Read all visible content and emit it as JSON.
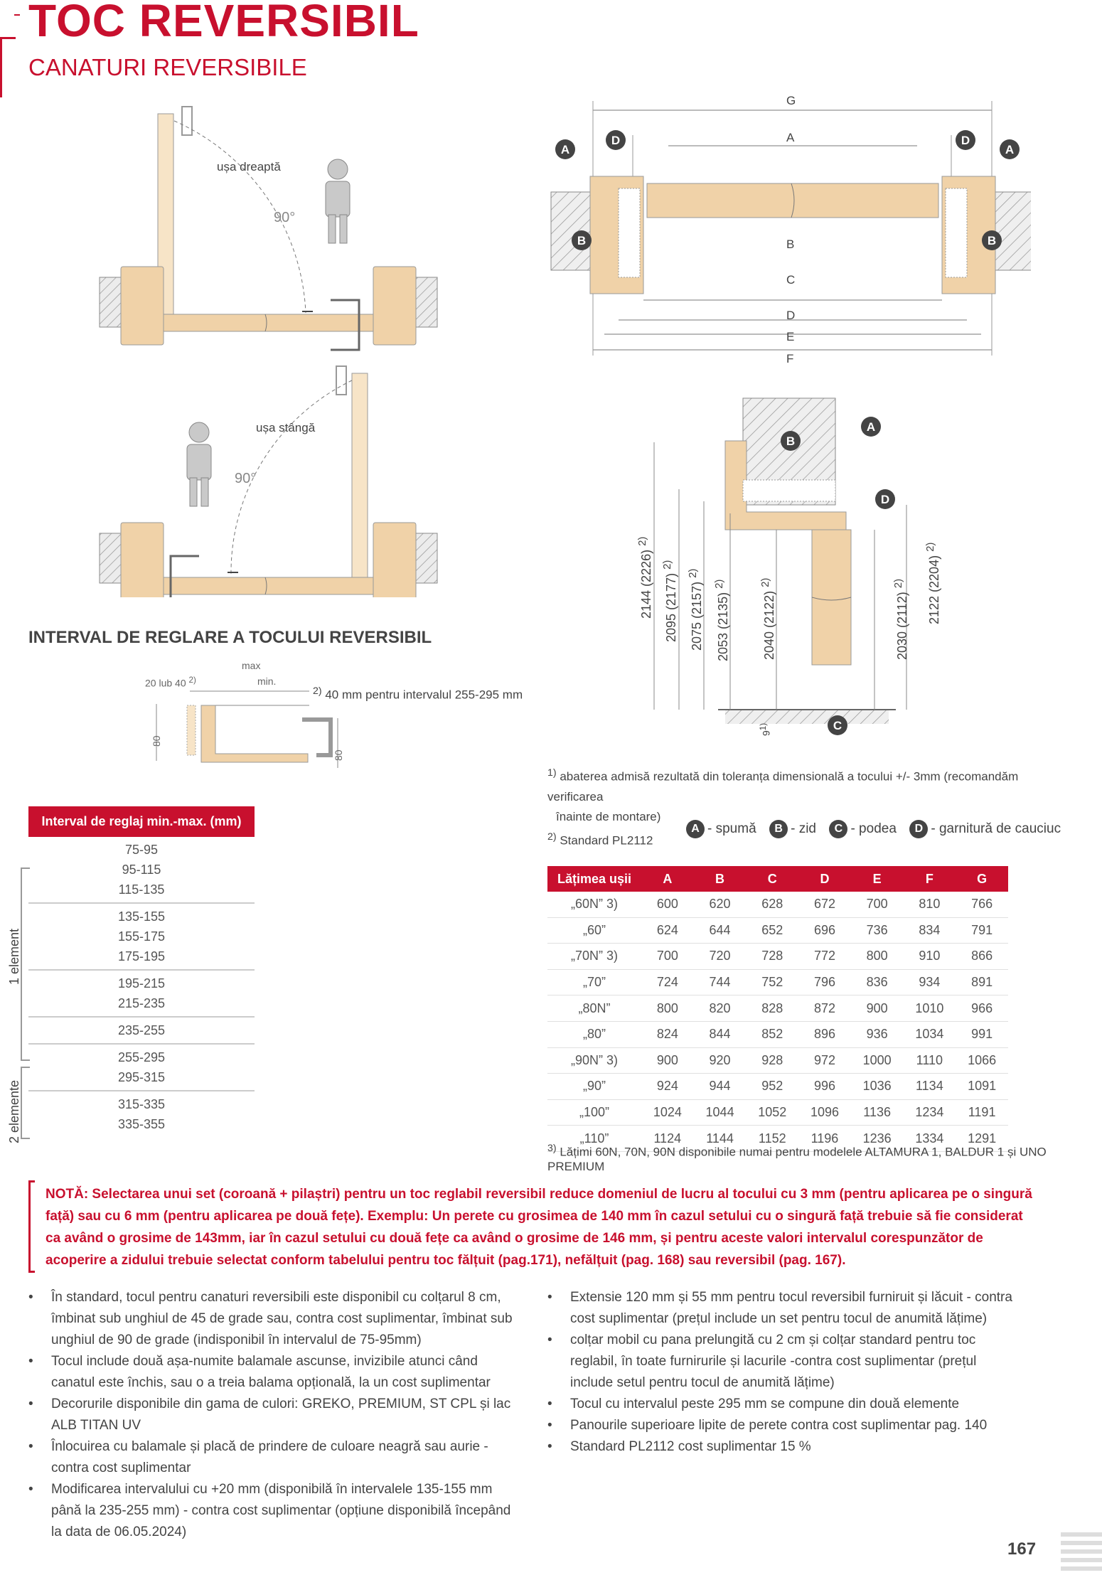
{
  "header": {
    "title": "TOC REVERSIBIL",
    "subtitle": "CANATURI REVERSIBILE"
  },
  "diagram_top": {
    "door_right_label": "ușa dreaptă",
    "door_left_label": "ușa stângă",
    "angle_label": "90°",
    "dim_letters": [
      "G",
      "A",
      "D",
      "D",
      "A",
      "A",
      "B",
      "B",
      "C",
      "B",
      "D",
      "E",
      "F"
    ]
  },
  "section_interval": {
    "title": "INTERVAL DE REGLARE A TOCULUI REVERSIBIL",
    "max_label": "max",
    "min_label": "min.",
    "offset_label": "20 lub 40",
    "offset_sup": "2)",
    "dim_80": "80",
    "footnote_40mm": "40 mm pentru intervalul 255-295 mm",
    "footnote_40mm_sup": "2)"
  },
  "height_dims": [
    {
      "label": "2144 (2226)",
      "sup": "2)"
    },
    {
      "label": "2095 (2177)",
      "sup": "2)"
    },
    {
      "label": "2075 (2157)",
      "sup": "2)"
    },
    {
      "label": "2053 (2135)",
      "sup": "2)"
    },
    {
      "label": "2040 (2122)",
      "sup": "2)"
    },
    {
      "label": "2030 (2112)",
      "sup": "2)"
    },
    {
      "label": "2122 (2204)",
      "sup": "2)"
    },
    {
      "label": "9",
      "sup": "1)"
    }
  ],
  "footnotes": {
    "f1": "abaterea admisă rezultată din toleranța dimensională a tocului +/- 3mm (recomandăm verificarea",
    "f1b": "înainte de montare)",
    "f1_sup": "1)",
    "f2": "Standard PL2112",
    "f2_sup": "2)",
    "f3": "Lățimi 60N, 70N, 90N disponibile numai pentru modelele ALTAMURA 1, BALDUR 1 și UNO PREMIUM",
    "f3_sup": "3)"
  },
  "legend": [
    {
      "letter": "A",
      "label": "- spumă"
    },
    {
      "letter": "B",
      "label": "- zid"
    },
    {
      "letter": "C",
      "label": "- podea"
    },
    {
      "letter": "D",
      "label": "- garnitură de cauciuc"
    }
  ],
  "interval_table": {
    "header": "Interval de reglaj min.-max. (mm)",
    "groups": [
      [
        "75-95",
        "95-115",
        "115-135"
      ],
      [
        "135-155",
        "155-175",
        "175-195"
      ],
      [
        "195-215",
        "215-235"
      ],
      [
        "235-255"
      ],
      [
        "255-295",
        "295-315"
      ],
      [
        "315-335",
        "335-355"
      ]
    ],
    "side_label_1": "1 element",
    "side_label_2": "2 elemente"
  },
  "dim_table": {
    "headers": [
      "Lățimea ușii",
      "A",
      "B",
      "C",
      "D",
      "E",
      "F",
      "G"
    ],
    "rows": [
      [
        "„60N” 3)",
        "600",
        "620",
        "628",
        "672",
        "700",
        "810",
        "766"
      ],
      [
        "„60”",
        "624",
        "644",
        "652",
        "696",
        "736",
        "834",
        "791"
      ],
      [
        "„70N” 3)",
        "700",
        "720",
        "728",
        "772",
        "800",
        "910",
        "866"
      ],
      [
        "„70”",
        "724",
        "744",
        "752",
        "796",
        "836",
        "934",
        "891"
      ],
      [
        "„80N”",
        "800",
        "820",
        "828",
        "872",
        "900",
        "1010",
        "966"
      ],
      [
        "„80”",
        "824",
        "844",
        "852",
        "896",
        "936",
        "1034",
        "991"
      ],
      [
        "„90N” 3)",
        "900",
        "920",
        "928",
        "972",
        "1000",
        "1110",
        "1066"
      ],
      [
        "„90”",
        "924",
        "944",
        "952",
        "996",
        "1036",
        "1134",
        "1091"
      ],
      [
        "„100”",
        "1024",
        "1044",
        "1052",
        "1096",
        "1136",
        "1234",
        "1191"
      ],
      [
        "„110”",
        "1124",
        "1144",
        "1152",
        "1196",
        "1236",
        "1334",
        "1291"
      ]
    ]
  },
  "nota": "NOTĂ: Selectarea unui set (coroană + pilaștri) pentru un toc reglabil reversibil reduce domeniul de lucru al tocului cu 3 mm (pentru aplicarea pe o singură față) sau cu 6 mm (pentru aplicarea pe două fețe). Exemplu: Un perete cu grosimea de 140 mm în cazul setului cu o singură față trebuie să fie considerat ca având o grosime de 143mm, iar în cazul setului cu două fețe ca având o grosime de 146 mm, și pentru aceste valori intervalul corespunzător de acoperire a zidului trebuie selectat conform tabelului pentru toc fălțuit (pag.171), nefălțuit (pag. 168) sau reversibil (pag. 167).",
  "bullets_left": [
    "În standard, tocul pentru canaturi reversibili este disponibil cu colțarul 8 cm, îmbinat sub unghiul de 45 de grade sau, contra cost suplimentar, îmbinat sub unghiul de 90 de grade (indisponibil în intervalul de 75-95mm)",
    "Tocul include două așa-numite balamale ascunse, invizibile atunci când canatul este închis, sau o a treia balama opțională, la un cost suplimentar",
    "Decorurile disponibile din gama de culori: GREKO, PREMIUM, ST CPL și lac ALB TITAN UV",
    "Înlocuirea cu balamale și placă de prindere de culoare neagră sau aurie - contra cost suplimentar",
    "Modificarea intervalului cu +20 mm (disponibilă în intervalele 135-155 mm până la 235-255 mm) - contra cost suplimentar (opțiune disponibilă începând la data de 06.05.2024)"
  ],
  "bullets_right": [
    "Extensie 120 mm și 55 mm pentru tocul reversibil furniruit și lăcuit - contra cost suplimentar (prețul include un set pentru tocul de anumită lățime)",
    "colțar mobil cu pana prelungită cu 2 cm și colțar standard pentru toc reglabil, în toate furnirurile și lacurile -contra cost suplimentar (prețul include setul pentru tocul de anumită lățime)",
    "Tocul cu intervalul peste 295 mm se compune din două elemente",
    "Panourile superioare lipite de perete contra cost suplimentar pag. 140",
    "Standard PL2112 cost suplimentar 15 %"
  ],
  "page_number": "167",
  "colors": {
    "accent": "#c8102e",
    "wood": "#f0d2a8",
    "text": "#444444"
  }
}
